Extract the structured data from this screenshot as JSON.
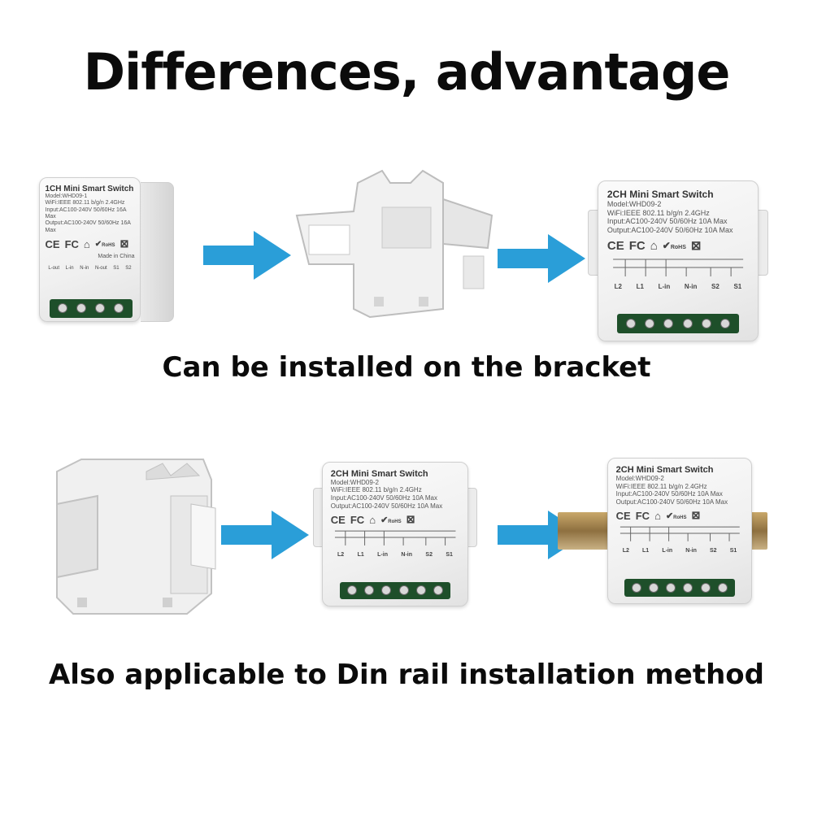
{
  "title": "Differences, advantage",
  "caption_bracket": "Can be installed on the bracket",
  "caption_din": "Also applicable to Din rail installation method",
  "colors": {
    "arrow": "#2a9ed8",
    "terminal": "#1e4f2a",
    "text": "#0b0b0b"
  },
  "module_1ch": {
    "title": "1CH Mini Smart Switch",
    "model": "Model:WHD09-1",
    "wifi": "WiFi:IEEE 802.11 b/g/n 2.4GHz",
    "input": "Input:AC100-240V 50/60Hz 16A Max",
    "output": "Output:AC100-240V 50/60Hz 16A Max",
    "made_in": "Made in China",
    "terminals": [
      "L-out",
      "L-in",
      "N-in",
      "N-out",
      "S1",
      "S2"
    ]
  },
  "module_2ch": {
    "title": "2CH Mini Smart Switch",
    "model": "Model:WHD09-2",
    "wifi": "WiFi:IEEE 802.11 b/g/n 2.4GHz",
    "input": "Input:AC100-240V 50/60Hz 10A Max",
    "output": "Output:AC100-240V 50/60Hz 10A Max",
    "terminals": [
      "L2",
      "L1",
      "L-in",
      "N-in",
      "S2",
      "S1"
    ]
  },
  "certs": [
    "CE",
    "FC",
    "RoHS"
  ],
  "icons": [
    "arrow-right-icon",
    "home-icon",
    "check-icon",
    "weee-bin-icon"
  ]
}
